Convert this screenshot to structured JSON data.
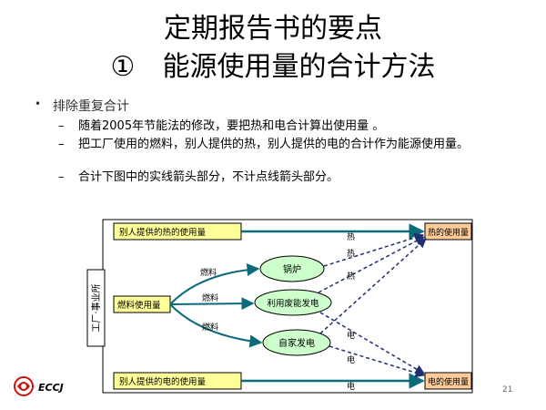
{
  "title": {
    "line1": "定期报告书的要点",
    "line2": "①　能源使用量的合计方法"
  },
  "bullet": {
    "text": "排除重复合计",
    "items": [
      "随着2005年节能法的修改，要把热和电合计算出使用量 。",
      "把工厂使用的燃料，别人提供的热，别人提供的电的合计作为能源使用量。",
      "合计下图中的实线箭头部分，不计点线箭头部分。"
    ]
  },
  "diagram": {
    "heat_supplied_box": "别人提供的热的使用量",
    "fuel_usage_box": "燃料使用量",
    "elec_supplied_box": "别人提供的电的使用量",
    "factory_label": "工厂·事业所",
    "boiler": "锅炉",
    "waste_heat_gen": "利用废能发电",
    "self_gen": "自家发电",
    "heat_usage_box": "热的使用量",
    "elec_usage_box": "电的使用量",
    "fuel_label_1": "燃料",
    "fuel_label_2": "燃料",
    "fuel_label_3": "燃料",
    "heat_label_1": "热",
    "heat_label_2": "热",
    "heat_label_3": "热",
    "elec_label_1": "电",
    "elec_label_2": "电",
    "elec_label_3": "电"
  },
  "footer": {
    "logo_text": "ECCJ",
    "page_number": "21"
  },
  "colors": {
    "yellow_box": "#ffff99",
    "ellipse_green": "#ccffcc",
    "orange_box": "#ffcc99",
    "arrow_teal": "#0b6b7a",
    "dashed_navy": "#1f2f6f",
    "logo_red": "#cc1111"
  }
}
